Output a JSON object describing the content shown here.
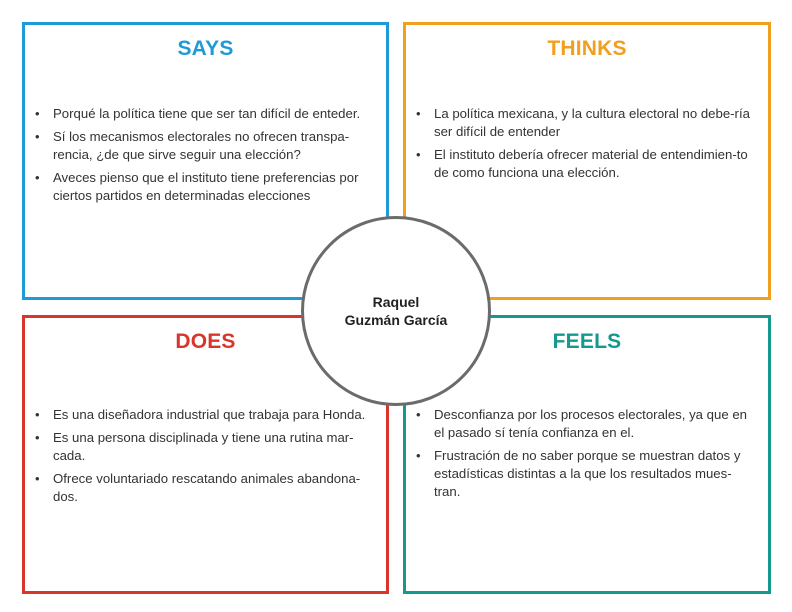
{
  "colors": {
    "says": "#1e9bd6",
    "thinks": "#f0a01e",
    "does": "#d9362b",
    "feels": "#14998e",
    "circle_border": "#6b6b6b"
  },
  "center": {
    "name_line1": "Raquel",
    "name_line2": "Guzmán García"
  },
  "says": {
    "title": "SAYS",
    "items": [
      "Porqué la política tiene que ser tan difícil de enteder.",
      "Sí los mecanismos electorales no ofrecen transpa-rencia, ¿de que sirve seguir una elección?",
      "Aveces pienso que el instituto tiene preferencias por ciertos partidos en determinadas elecciones"
    ]
  },
  "thinks": {
    "title": "THINKS",
    "items": [
      "La política mexicana, y la cultura electoral no debe-ría ser difícil de entender",
      "El instituto debería ofrecer material de entendimien-to de como funciona una elección."
    ]
  },
  "does": {
    "title": "DOES",
    "items": [
      "Es una diseñadora industrial que trabaja para Honda.",
      "Es una persona disciplinada y tiene una rutina mar-cada.",
      "Ofrece voluntariado rescatando animales abandona-dos."
    ]
  },
  "feels": {
    "title": "FEELS",
    "items": [
      "Desconfianza por los procesos electorales, ya que en el pasado sí tenía confianza en el.",
      "Frustración de no saber porque se muestran datos y estadísticas distintas a la que los resultados mues-tran."
    ]
  }
}
